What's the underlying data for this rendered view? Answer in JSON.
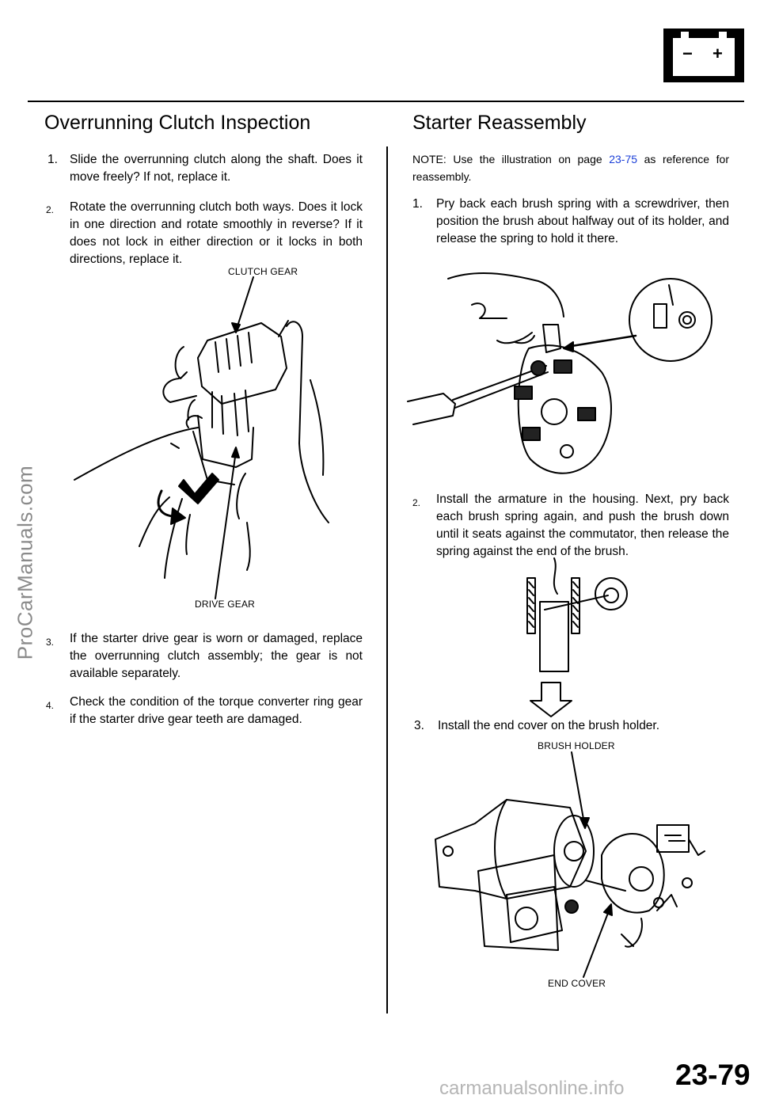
{
  "header": {
    "battery_minus": "−",
    "battery_plus": "+"
  },
  "left": {
    "title": "Overrunning Clutch Inspection",
    "steps": [
      {
        "num": "1.",
        "text": "Slide the overrunning clutch along the shaft. Does it move freely? If not, replace it."
      },
      {
        "num": "2.",
        "text": "Rotate the overrunning clutch both ways. Does it lock in one direction and rotate smoothly in reverse? If it does not lock in either direction or it locks in both directions, replace it."
      },
      {
        "num": "3.",
        "text": "If the starter drive gear is worn or damaged, replace the overrunning clutch assembly; the gear is not available separately."
      },
      {
        "num": "4.",
        "text": "Check the condition of the torque converter ring gear if the starter drive gear teeth are damaged."
      }
    ],
    "labels": {
      "clutch_gear": "CLUTCH GEAR",
      "drive_gear": "DRIVE GEAR"
    }
  },
  "right": {
    "title": "Starter Reassembly",
    "note_prefix": "NOTE: Use the illustration on page",
    "note_link": "23-75",
    "note_suffix": "as reference for reassembly.",
    "steps": [
      {
        "num": "1.",
        "text": "Pry back each brush spring with a screwdriver, then position the brush about halfway out of its holder, and release the spring to hold it there."
      },
      {
        "num": "2.",
        "text": "Install the armature in the housing. Next, pry back each brush spring again, and push the brush down until it seats against the commutator, then release the spring against the end of the brush."
      },
      {
        "num": "3.",
        "text": "Install the end cover on the brush holder."
      }
    ],
    "labels": {
      "brush_holder": "BRUSH HOLDER",
      "end_cover": "END COVER"
    }
  },
  "page_number": "23-79",
  "watermark_side": "ProCarManuals.com",
  "watermark_footer": "carmanualsonline.info"
}
